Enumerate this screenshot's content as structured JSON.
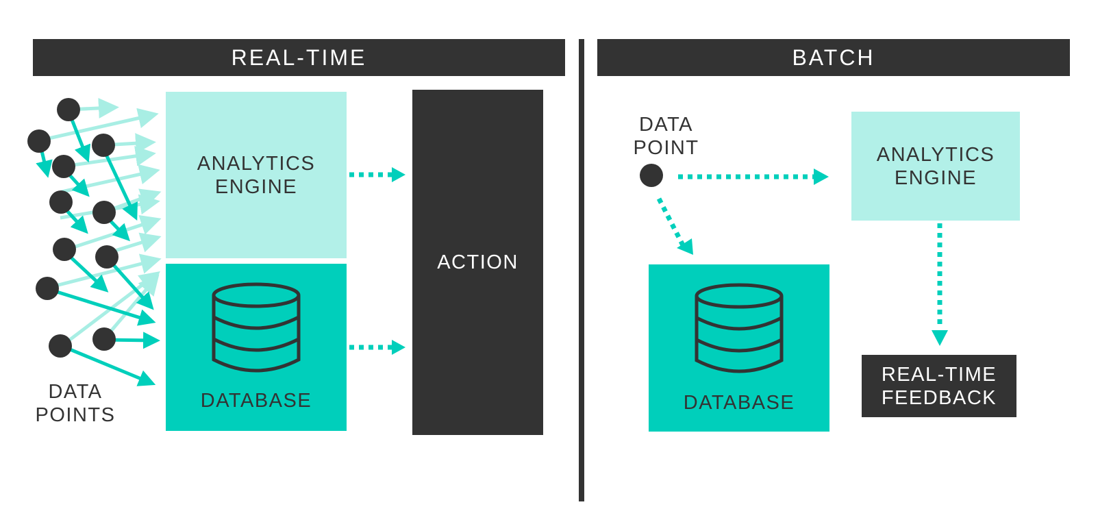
{
  "colors": {
    "dark": "#333333",
    "teal": "#00cfbb",
    "light_teal": "#b2f0e8",
    "faint_arrow": "#a8eee4",
    "white": "#ffffff"
  },
  "realtime": {
    "header": "REAL-TIME",
    "analytics_label": "ANALYTICS\nENGINE",
    "database_label": "DATABASE",
    "action_label": "ACTION",
    "data_points_label": "DATA\nPOINTS"
  },
  "batch": {
    "header": "BATCH",
    "data_point_label": "DATA\nPOINT",
    "analytics_label": "ANALYTICS\nENGINE",
    "database_label": "DATABASE",
    "feedback_label": "REAL-TIME\nFEEDBACK"
  },
  "icons": [
    "database-icon",
    "data-point-dot",
    "dotted-arrow"
  ]
}
